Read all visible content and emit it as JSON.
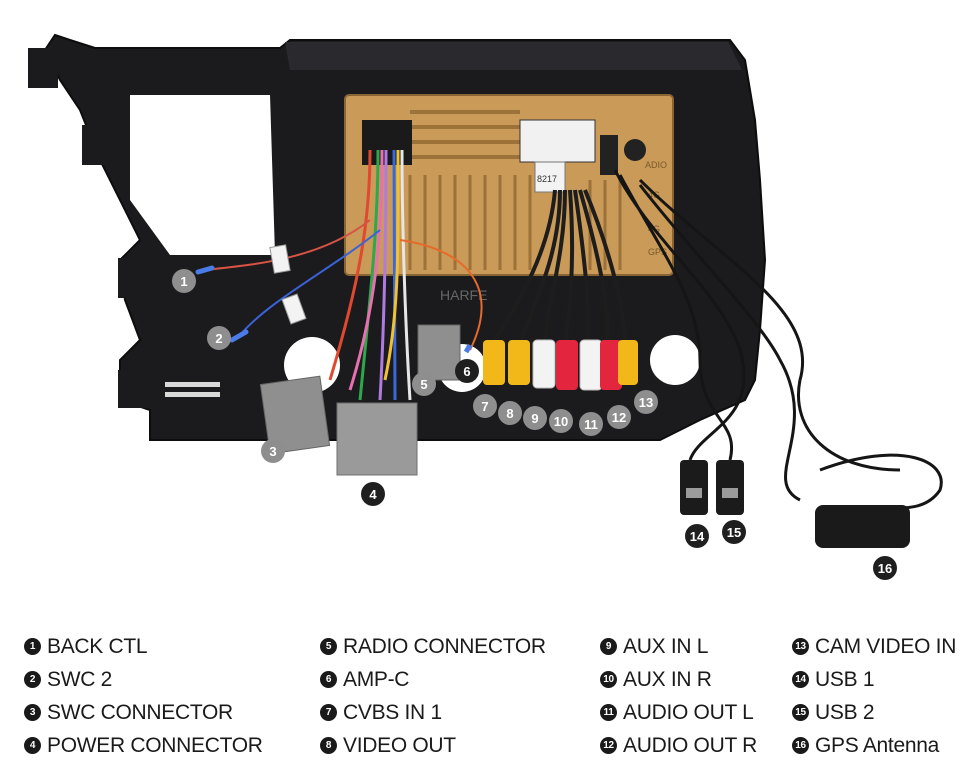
{
  "photo": {
    "board_text": "HARFE",
    "chip_text": "8217",
    "port_labels": [
      "ADIO",
      "4G",
      "4G",
      "GPS"
    ]
  },
  "callouts": [
    "1",
    "2",
    "3",
    "4",
    "5",
    "6",
    "7",
    "8",
    "9",
    "10",
    "11",
    "12",
    "13",
    "14",
    "15",
    "16"
  ],
  "legend": {
    "col1": [
      {
        "num": "1",
        "label": "BACK CTL"
      },
      {
        "num": "2",
        "label": "SWC 2"
      },
      {
        "num": "3",
        "label": "SWC CONNECTOR"
      },
      {
        "num": "4",
        "label": "POWER CONNECTOR"
      }
    ],
    "col2": [
      {
        "num": "5",
        "label": "RADIO CONNECTOR"
      },
      {
        "num": "6",
        "label": "AMP-C"
      },
      {
        "num": "7",
        "label": "CVBS IN 1"
      },
      {
        "num": "8",
        "label": "VIDEO OUT"
      }
    ],
    "col3": [
      {
        "num": "9",
        "label": "AUX IN L"
      },
      {
        "num": "10",
        "label": "AUX IN R"
      },
      {
        "num": "11",
        "label": "AUDIO OUT L"
      },
      {
        "num": "12",
        "label": "AUDIO OUT R"
      }
    ],
    "col4": [
      {
        "num": "13",
        "label": "CAM VIDEO IN"
      },
      {
        "num": "14",
        "label": "USB 1"
      },
      {
        "num": "15",
        "label": "USB 2"
      },
      {
        "num": "16",
        "label": "GPS Antenna"
      }
    ]
  }
}
